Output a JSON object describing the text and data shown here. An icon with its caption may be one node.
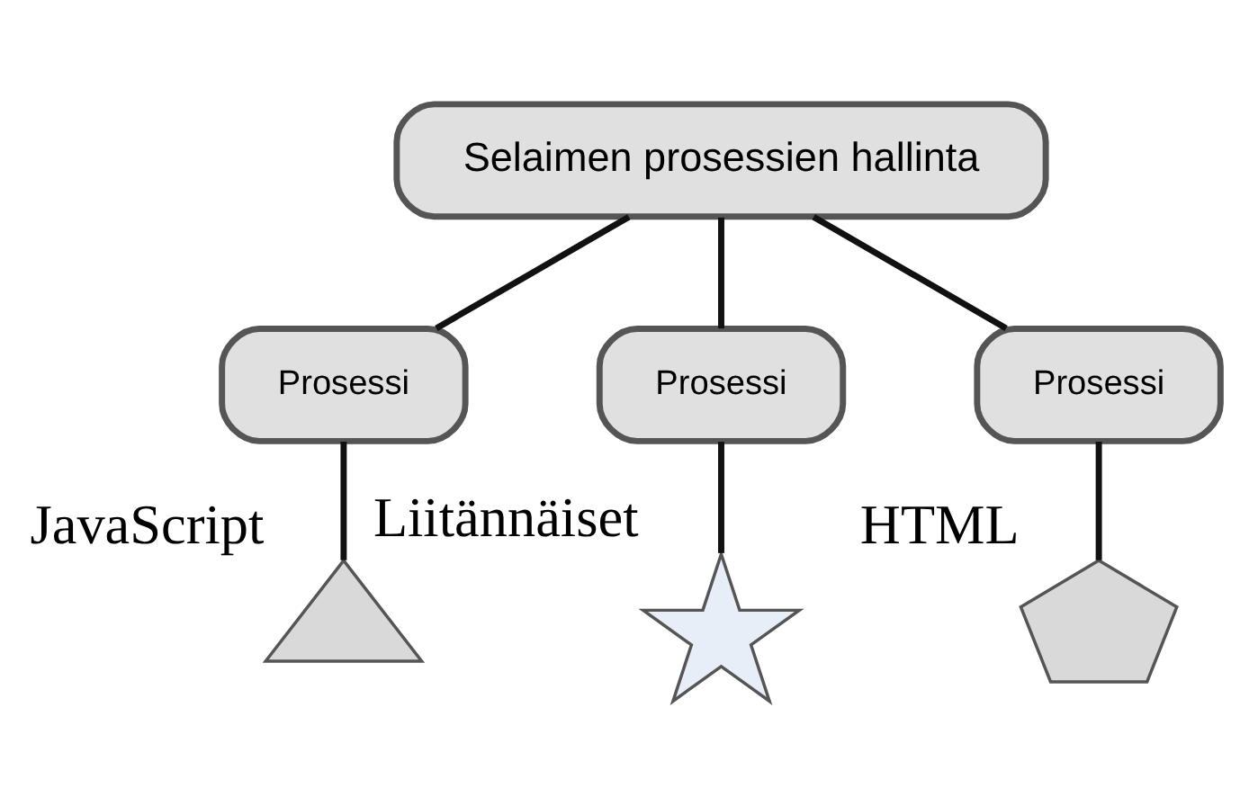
{
  "diagram": {
    "nodes": [
      {
        "text": [
          "Selaimen prosessien hallinta"
        ]
      },
      {
        "text": [
          "Prosessi"
        ]
      },
      {
        "text": [
          "Prosessi"
        ]
      },
      {
        "text": [
          "Prosessi"
        ]
      },
      {
        "text": [],
        "shape": "triangle",
        "beside": [
          "JavaScript"
        ]
      },
      {
        "text": [],
        "shape": "star",
        "beside": [
          "Liitännäiset"
        ]
      },
      {
        "text": [],
        "shape": "pentagon",
        "beside": [
          "HTML"
        ]
      }
    ],
    "edges": [
      {
        "from": 0,
        "to": 1,
        "arrow": "none"
      },
      {
        "from": 0,
        "to": 2,
        "arrow": "none"
      },
      {
        "from": 0,
        "to": 3,
        "arrow": "none"
      },
      {
        "from": 1,
        "to": 4,
        "arrow": "none"
      },
      {
        "from": 2,
        "to": 5,
        "arrow": "none"
      },
      {
        "from": 3,
        "to": 6,
        "arrow": "none"
      }
    ]
  }
}
